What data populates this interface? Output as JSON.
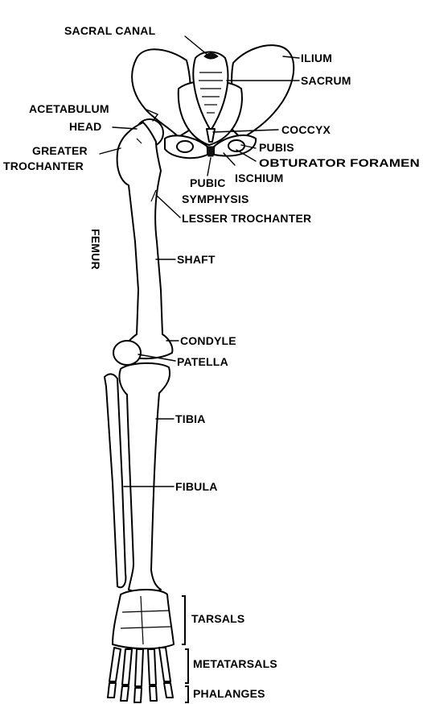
{
  "labels": {
    "sacral_canal": "SACRAL CANAL",
    "ilium": "ILIUM",
    "sacrum": "SACRUM",
    "acetabulum": "ACETABULUM",
    "head": "HEAD",
    "greater_trochanter_1": "GREATER",
    "greater_trochanter_2": "TROCHANTER",
    "coccyx": "COCCYX",
    "pubis": "PUBIS",
    "obturator_foramen": "OBTURATOR FORAMEN",
    "ischium": "ISCHIUM",
    "pubic_symphysis_1": "PUBIC",
    "pubic_symphysis_2": "SYMPHYSIS",
    "lesser_trochanter": "LESSER TROCHANTER",
    "femur": "FEMUR",
    "shaft": "SHAFT",
    "condyle": "CONDYLE",
    "patella": "PATELLA",
    "tibia": "TIBIA",
    "fibula": "FIBULA",
    "tarsals": "TARSALS",
    "metatarsals": "METATARSALS",
    "phalanges": "PHALANGES"
  }
}
